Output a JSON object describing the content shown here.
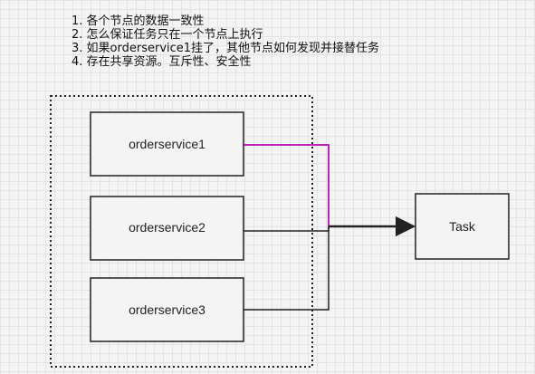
{
  "notes": [
    "1.  各个节点的数据一致性",
    "2. 怎么保证任务只在一个节点上执行",
    "3. 如果orderservice1挂了，其他节点如何发现并接替任务",
    "4. 存在共享资源。互斥性、安全性"
  ],
  "nodes": {
    "service1": "orderservice1",
    "service2": "orderservice2",
    "service3": "orderservice3",
    "task": "Task"
  },
  "colors": {
    "active_link": "#c020c0",
    "link": "#222222",
    "box_border": "#222222",
    "box_fill": "#f4f4f4"
  }
}
